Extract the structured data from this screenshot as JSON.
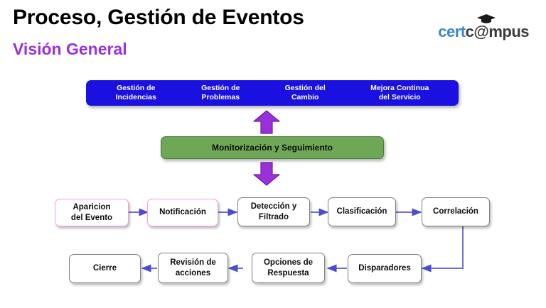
{
  "header": {
    "title": "Proceso, Gestión de Eventos",
    "subtitle": "Visión General",
    "logo": {
      "part1": "cert",
      "part2": "c",
      "at": "@",
      "part3": "mpus",
      "cap_icon": "graduation-cap-icon",
      "color_primary": "#3C87C8",
      "color_secondary": "#3A3A3A"
    }
  },
  "colors": {
    "blue_bar": "#1A10E0",
    "green_bar": "#6EA856",
    "purple_arrow": "#9B30D9",
    "connector": "#7070CC",
    "pink_border": "#F69CE6",
    "gray_border": "#808080",
    "subtitle": "#9B30D9"
  },
  "blue_bar": {
    "items": [
      {
        "label": "Gestión de\nIncidencias"
      },
      {
        "label": "Gestión de\nProblemas"
      },
      {
        "label": "Gestión del\nCambio"
      },
      {
        "label": "Mejora Continua\ndel Servicio"
      }
    ]
  },
  "green_bar": {
    "label": "Monitorización y Seguimiento"
  },
  "arrows": {
    "up": "arrow-up-icon",
    "down": "arrow-down-icon"
  },
  "flow": {
    "row1": [
      {
        "label": "Aparicion\ndel Evento",
        "style": "pink"
      },
      {
        "label": "Notificación",
        "style": "pink"
      },
      {
        "label": "Detección y\nFiltrado",
        "style": "gray"
      },
      {
        "label": "Clasificación",
        "style": "gray"
      },
      {
        "label": "Correlación",
        "style": "gray"
      }
    ],
    "row2": [
      {
        "label": "Cierre",
        "style": "gray"
      },
      {
        "label": "Revisión de\nacciones",
        "style": "gray"
      },
      {
        "label": "Opciones de\nRespuesta",
        "style": "gray"
      },
      {
        "label": "Disparadores",
        "style": "gray"
      }
    ]
  }
}
